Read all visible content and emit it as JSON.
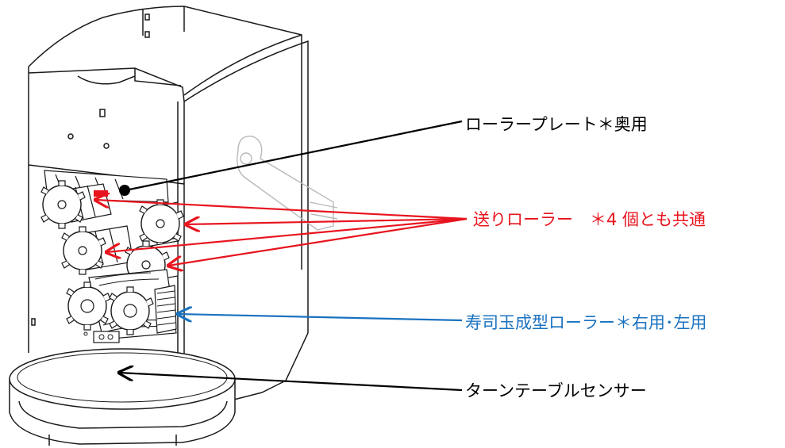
{
  "labels": {
    "roller_plate": "ローラープレート＊奥用",
    "feed_roller": "送りローラー　＊4 個とも共通",
    "sushi_roller": "寿司玉成型ローラー＊右用･左用",
    "turntable_sensor": "ターンテーブルセンサー"
  },
  "colors": {
    "black_leader": "#000000",
    "feed_leader": "#e8141e",
    "sushi_leader": "#1a72c0",
    "drawing_stroke": "#1a1a1a"
  }
}
